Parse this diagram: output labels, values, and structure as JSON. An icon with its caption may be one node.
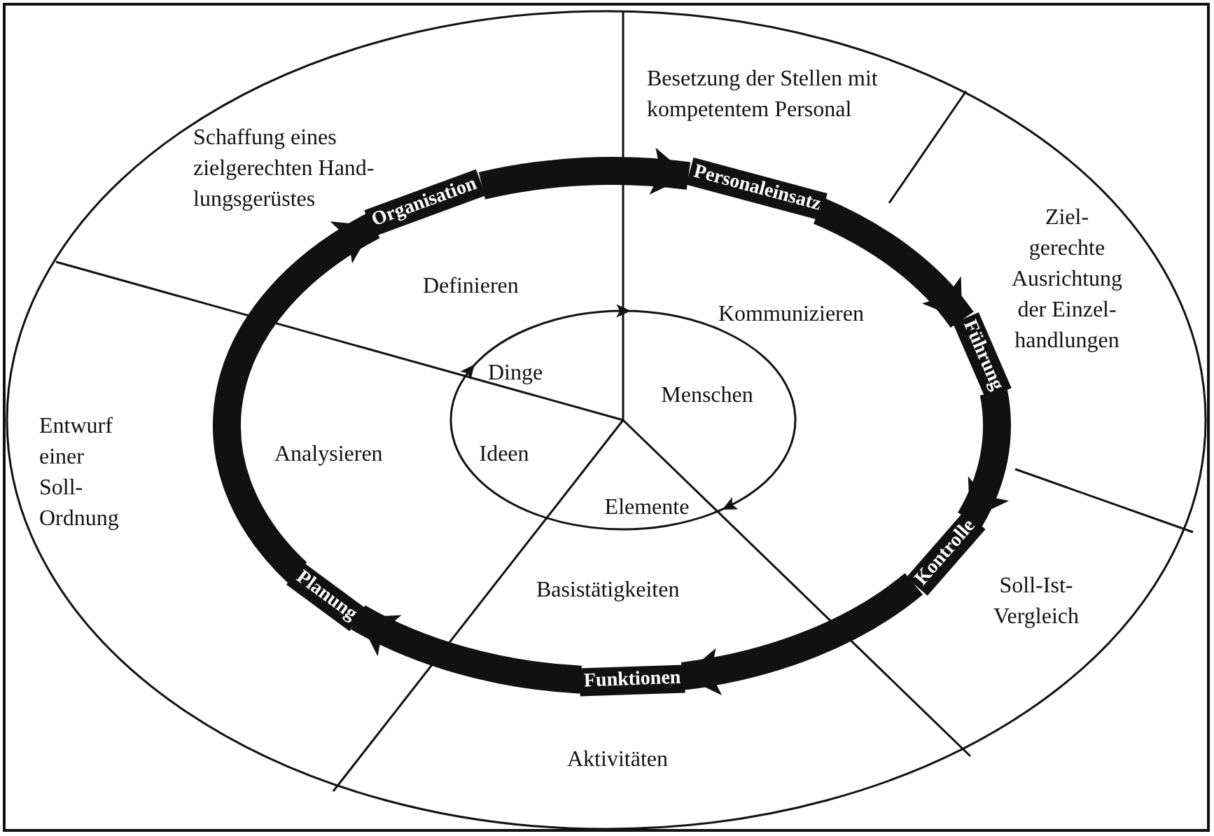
{
  "diagram": {
    "nodes": [
      {
        "text": [
          "Organisation"
        ]
      },
      {
        "text": [
          "Personaleinsatz"
        ]
      },
      {
        "text": [
          "Führung"
        ]
      },
      {
        "text": [
          "Kontrolle"
        ]
      },
      {
        "text": [
          "Funktionen"
        ]
      },
      {
        "text": [
          "Planung"
        ]
      },
      {
        "text": [
          "Dinge",
          "Menschen",
          "Ideen",
          "Elemente"
        ]
      }
    ],
    "edges": [
      {
        "from": 0,
        "to": 1,
        "arrow": "to"
      },
      {
        "from": 1,
        "to": 2,
        "arrow": "to"
      },
      {
        "from": 2,
        "to": 3,
        "arrow": "to"
      },
      {
        "from": 3,
        "to": 4,
        "arrow": "to"
      },
      {
        "from": 4,
        "to": 5,
        "arrow": "to"
      },
      {
        "from": 5,
        "to": 0,
        "arrow": "to"
      }
    ],
    "labels": [
      "Besetzung der Stellen mit kompetentem Personal",
      "Schaffung eines zielgerechten Hand- lungsgerüstes",
      "Ziel- gerechte Ausrichtung der Einzel- handlungen",
      "Definieren",
      "Kommunizieren",
      "Entwurf einer Soll- Ordnung",
      "Analysieren",
      "Basistätigkeiten",
      "Soll-Ist- Vergleich",
      "Aktivitäten"
    ]
  }
}
